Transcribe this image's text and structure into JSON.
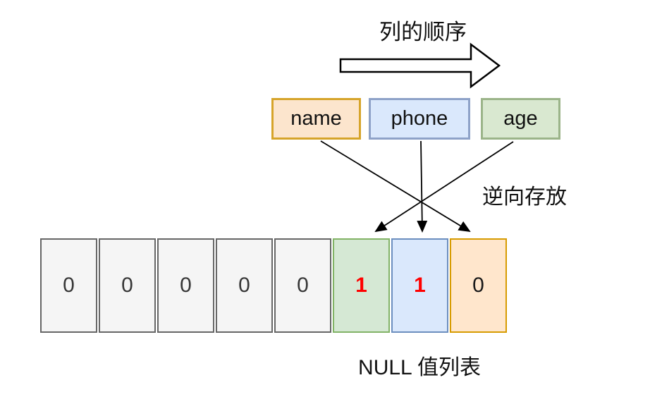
{
  "labels": {
    "column_order": "列的顺序",
    "reverse_storage": "逆向存放",
    "null_list": "NULL 值列表"
  },
  "columns": [
    {
      "label": "name",
      "fill": "#fce5cd",
      "stroke": "#d6a42a"
    },
    {
      "label": "phone",
      "fill": "#dae8fc",
      "stroke": "#8ea2c8"
    },
    {
      "label": "age",
      "fill": "#d9e8d0",
      "stroke": "#9bb489"
    }
  ],
  "null_bitmap": {
    "cells": [
      {
        "value": "0",
        "fill": "#f5f5f5",
        "stroke": "#666666",
        "text_color": "#383838",
        "bold": false
      },
      {
        "value": "0",
        "fill": "#f5f5f5",
        "stroke": "#666666",
        "text_color": "#383838",
        "bold": false
      },
      {
        "value": "0",
        "fill": "#f5f5f5",
        "stroke": "#666666",
        "text_color": "#383838",
        "bold": false
      },
      {
        "value": "0",
        "fill": "#f5f5f5",
        "stroke": "#666666",
        "text_color": "#383838",
        "bold": false
      },
      {
        "value": "0",
        "fill": "#f5f5f5",
        "stroke": "#666666",
        "text_color": "#383838",
        "bold": false
      },
      {
        "value": "1",
        "fill": "#d5e8d4",
        "stroke": "#82b366",
        "text_color": "#ff0000",
        "bold": true
      },
      {
        "value": "1",
        "fill": "#dae8fc",
        "stroke": "#6c8ebf",
        "text_color": "#ff0000",
        "bold": true
      },
      {
        "value": "0",
        "fill": "#ffe6cc",
        "stroke": "#d79b00",
        "text_color": "#1a1a1a",
        "bold": false
      }
    ]
  },
  "colors": {
    "line": "#000000",
    "highlight_red": "#ff0000",
    "background": "#ffffff"
  }
}
